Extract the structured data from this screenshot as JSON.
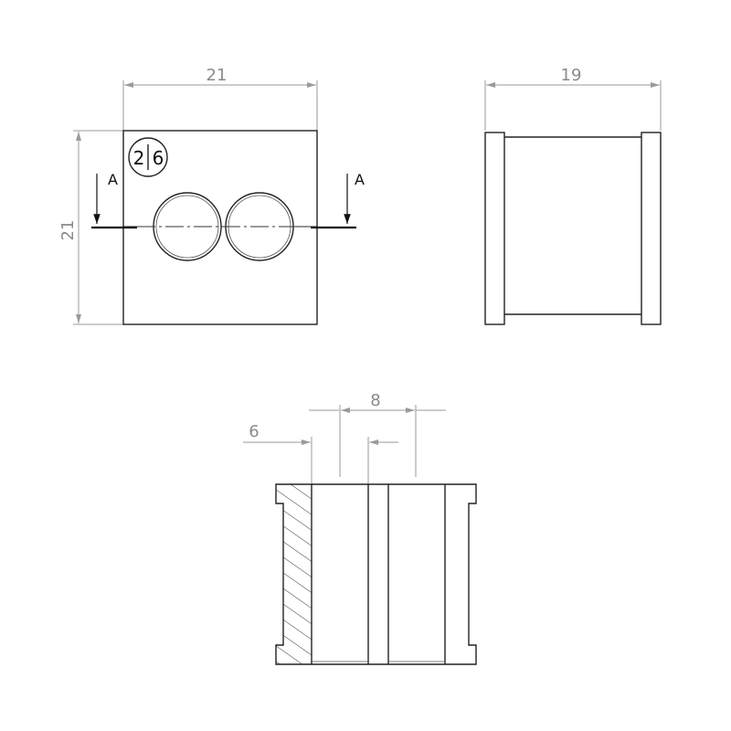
{
  "front_view": {
    "width_dim": "21",
    "height_dim": "21",
    "hole_count_label_left": "2",
    "hole_count_label_right": "6",
    "section_label_left": "A",
    "section_label_right": "A"
  },
  "side_view": {
    "depth_dim": "19"
  },
  "section_view": {
    "inner_dim": "6",
    "pitch_dim": "8"
  }
}
